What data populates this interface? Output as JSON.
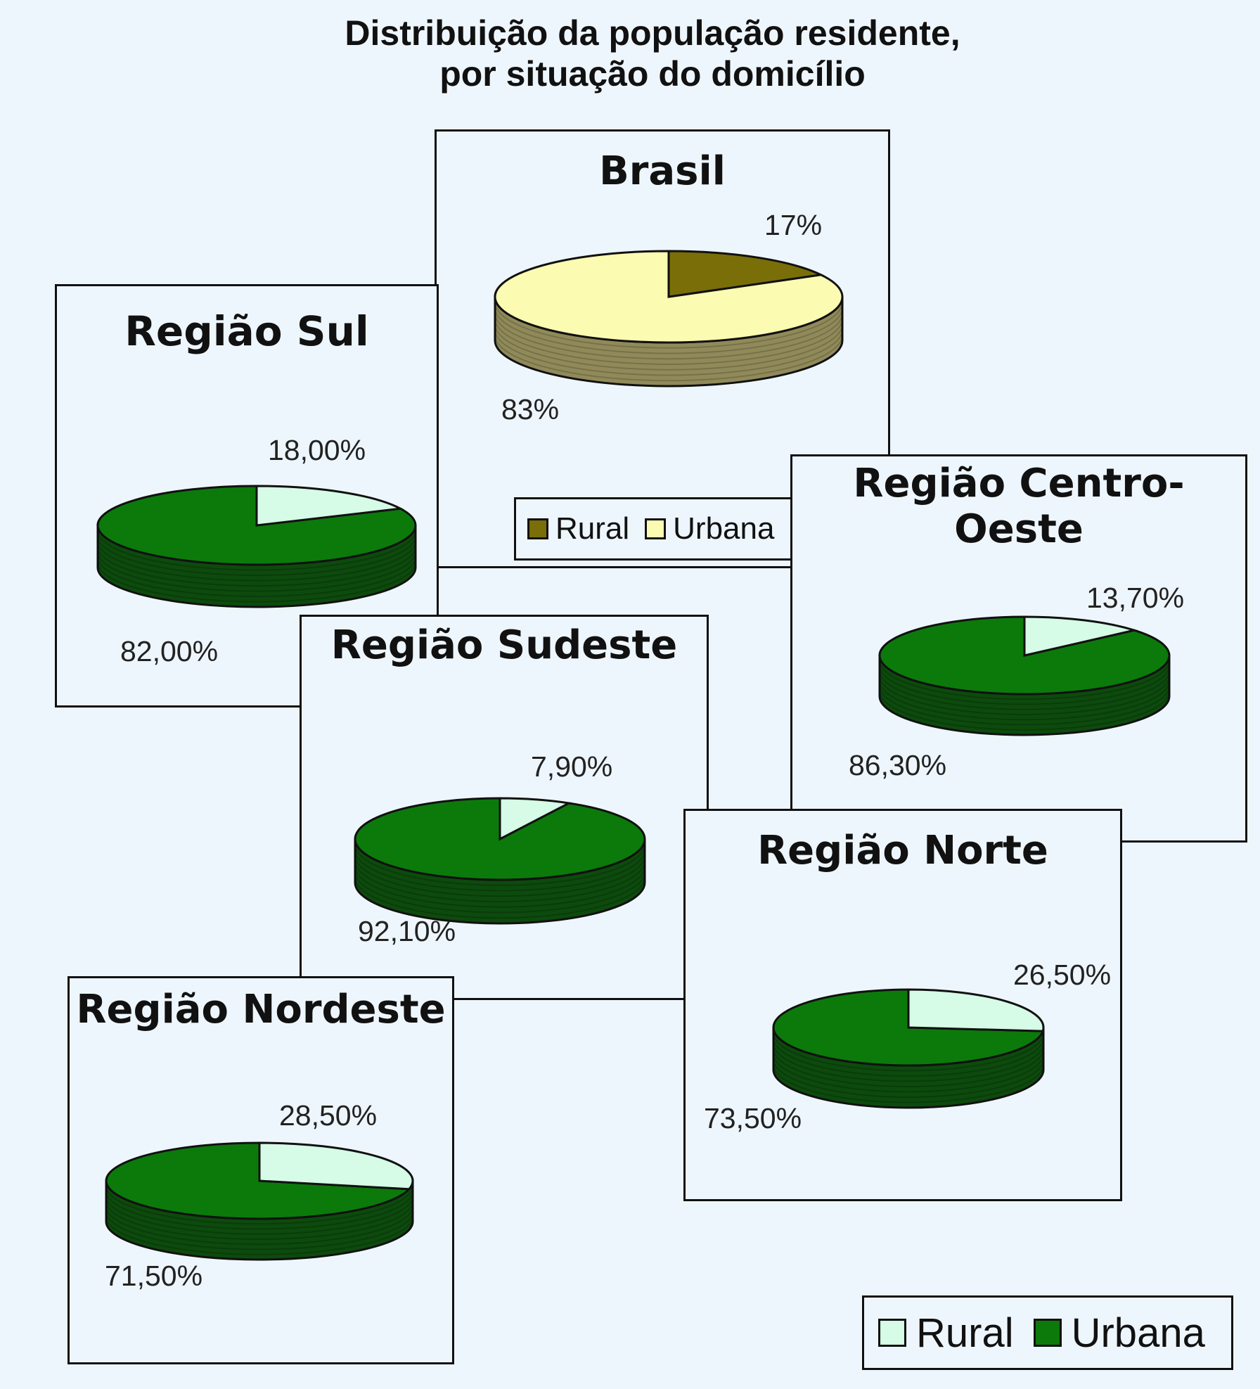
{
  "title_line1": "Distribuição da população residente,",
  "title_line2": "por situação do domicílio",
  "colors": {
    "brasil_rural": "#7a6e08",
    "brasil_rural_side": "#5a5106",
    "brasil_urbana": "#fcfbb2",
    "brasil_side": "#908a5a",
    "region_rural": "#d6fbe6",
    "region_urbana": "#0b7a0b",
    "region_side": "#0d4a0d"
  },
  "legend_brasil": {
    "rural": "Rural",
    "urbana": "Urbana"
  },
  "legend_regions": {
    "rural": "Rural",
    "urbana": "Urbana"
  },
  "chart_data": [
    {
      "type": "pie",
      "title": "Brasil",
      "categories": [
        "Rural",
        "Urbana"
      ],
      "values": [
        17,
        83
      ],
      "labels": [
        "17%",
        "83%"
      ]
    },
    {
      "type": "pie",
      "title": "Região Sul",
      "categories": [
        "Rural",
        "Urbana"
      ],
      "values": [
        18.0,
        82.0
      ],
      "labels": [
        "18,00%",
        "82,00%"
      ]
    },
    {
      "type": "pie",
      "title": "Região Centro-Oeste",
      "categories": [
        "Rural",
        "Urbana"
      ],
      "values": [
        13.7,
        86.3
      ],
      "labels": [
        "13,70%",
        "86,30%"
      ]
    },
    {
      "type": "pie",
      "title": "Região Sudeste",
      "categories": [
        "Rural",
        "Urbana"
      ],
      "values": [
        7.9,
        92.1
      ],
      "labels": [
        "7,90%",
        "92,10%"
      ]
    },
    {
      "type": "pie",
      "title": "Região Norte",
      "categories": [
        "Rural",
        "Urbana"
      ],
      "values": [
        26.5,
        73.5
      ],
      "labels": [
        "26,50%",
        "73,50%"
      ]
    },
    {
      "type": "pie",
      "title": "Região Nordeste",
      "categories": [
        "Rural",
        "Urbana"
      ],
      "values": [
        28.5,
        71.5
      ],
      "labels": [
        "28,50%",
        "71,50%"
      ]
    }
  ]
}
